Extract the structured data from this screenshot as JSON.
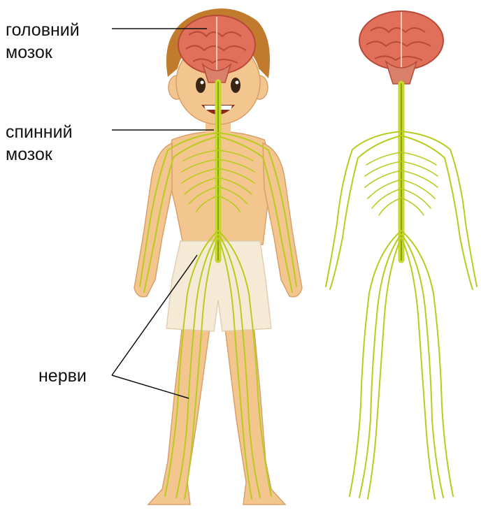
{
  "labels": {
    "brain": [
      "головний",
      "мозок"
    ],
    "spinal_cord": [
      "спинний",
      "мозок"
    ],
    "nerves": "нерви"
  },
  "colors": {
    "nerve": "#b8cc1e",
    "nerve_dark": "#8fa012",
    "skin": "#f3c58f",
    "skin_shade": "#e4a86c",
    "hair": "#c27a2c",
    "brain": "#e0705a",
    "brain_dark": "#b94a3a",
    "shorts": "#f5ead6",
    "leader_line": "#111111"
  },
  "figures": [
    "child-with-nervous-system",
    "isolated-nervous-system"
  ]
}
